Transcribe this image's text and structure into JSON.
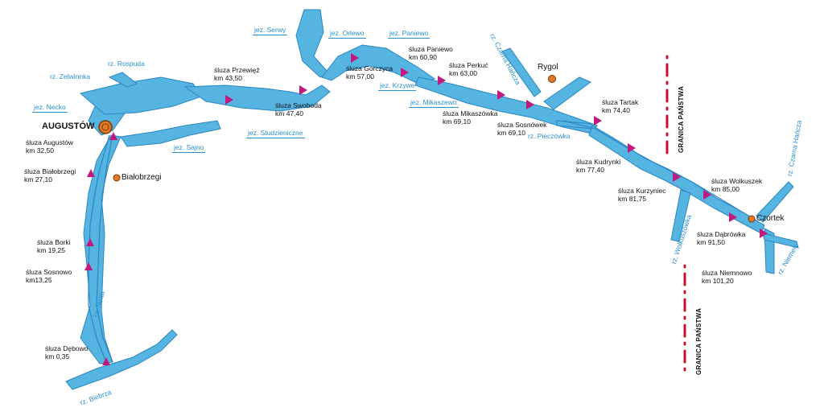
{
  "colors": {
    "water": "#56b4e0",
    "water_edge": "#2a86c4",
    "lock": "#c01a7e",
    "town": "#e07a24",
    "border": "#c8102e",
    "label_blue": "#2a8fd0"
  },
  "towns": {
    "augustow": "AUGUSTÓW",
    "bialobrzegi": "Białobrzegi",
    "rygol": "Rygol",
    "czortek": "Czortek"
  },
  "locks": [
    {
      "name": "śluza Augustów",
      "km": "km 32,50"
    },
    {
      "name": "śluza Białobrzegi",
      "km": "km 27,10"
    },
    {
      "name": "śluza Borki",
      "km": "km 19,25"
    },
    {
      "name": "śluza Sosnowo",
      "km": "km13,25"
    },
    {
      "name": "śluza Dębowo",
      "km": "km 0,35"
    },
    {
      "name": "śluza Przewięź",
      "km": "km 43,50"
    },
    {
      "name": "śluza Swoboda",
      "km": "km 47,40"
    },
    {
      "name": "śluza Gorczyca",
      "km": "km 57,00"
    },
    {
      "name": "śluza Paniewo",
      "km": "km 60,90"
    },
    {
      "name": "śluza Perkuć",
      "km": "km 63,00"
    },
    {
      "name": "śluza Mikaszówka",
      "km": "km 69,10"
    },
    {
      "name": "śluza Sosnówek",
      "km": "km 69,10"
    },
    {
      "name": "śluza Tartak",
      "km": "km 74,40"
    },
    {
      "name": "śluza Kudrynki",
      "km": "km 77,40"
    },
    {
      "name": "śluza Kurzyniec",
      "km": "km 81,75"
    },
    {
      "name": "śluza Wolkuszek",
      "km": "km 85,00"
    },
    {
      "name": "śluza Dąbrówka",
      "km": "km 91,50"
    },
    {
      "name": "śluza Niemnowo",
      "km": "km 101,20"
    }
  ],
  "lakes": {
    "necko": "jez. Necko",
    "sajno": "jez. Sajno",
    "studzieniczne": "jez. Studzieniczne",
    "serwy": "jez. Serwy",
    "orlewo": "jez. Orlewo",
    "paniewo": "jez. Paniewo",
    "krzywe": "jez. Krzywe",
    "mikaszewo": "jez. Mikaszewo"
  },
  "rivers": {
    "zelwionka": "rz. Zelwionka",
    "rospuda": "rz. Rospuda",
    "netta": "rz. Netta",
    "biebrza": "rz. Biebrza",
    "czarna_hancza_top": "rz. Czarna Hańcza",
    "pieczowka": "rz. Pieczówka",
    "wolkuszowka": "rz. Wołkuszówka",
    "czarna_hancza_right": "rz. Czarna Hańcza",
    "niemen": "rz. Niemen"
  },
  "border_label": "GRANICA PAŃSTWA"
}
